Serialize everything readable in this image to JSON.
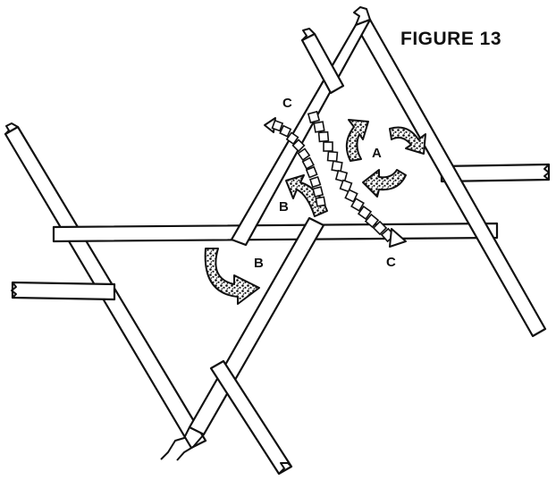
{
  "figure": {
    "title": "FIGURE 13",
    "labels": {
      "a": "A",
      "b_upper": "B",
      "b_lower": "B",
      "c_upper": "C",
      "c_lower": "C"
    }
  },
  "colors": {
    "ink": "#111111",
    "paper": "#ffffff"
  }
}
